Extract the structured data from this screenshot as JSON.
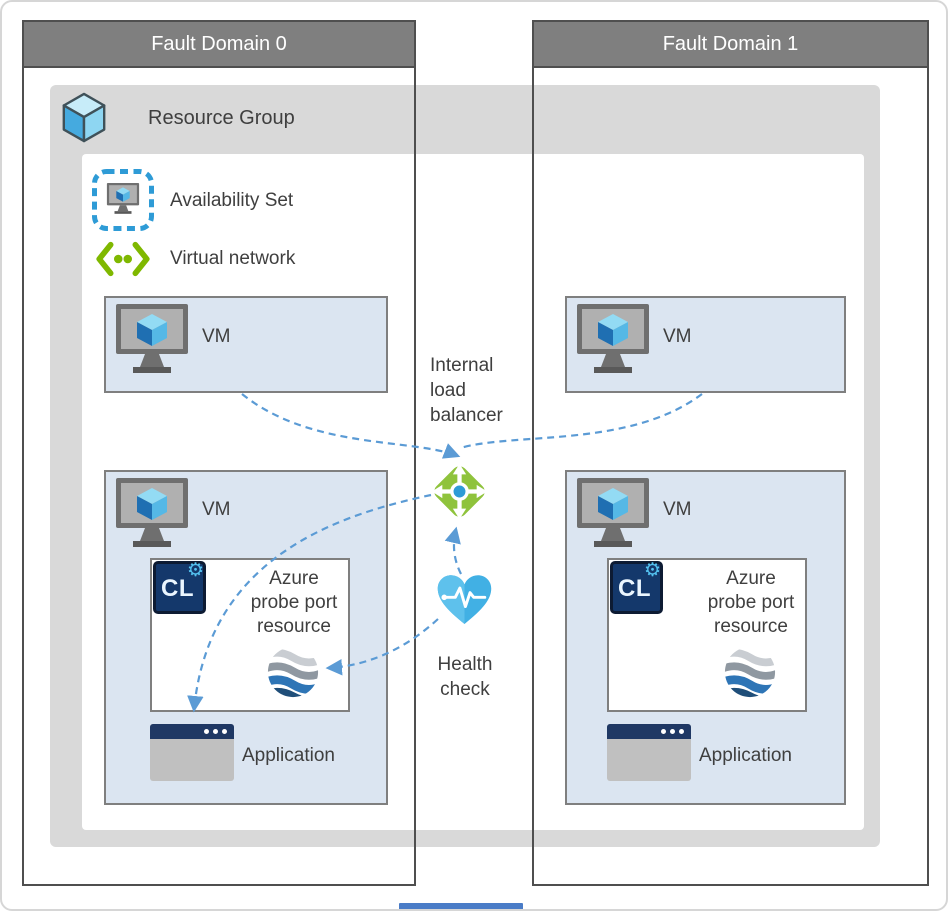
{
  "fault_domains": [
    {
      "label": "Fault Domain 0"
    },
    {
      "label": "Fault Domain 1"
    }
  ],
  "resource_group": {
    "label": "Resource Group"
  },
  "availability_set": {
    "label": "Availability Set"
  },
  "virtual_network": {
    "label": "Virtual network"
  },
  "labels": {
    "vm": "VM",
    "application": "Application"
  },
  "probe_resource": {
    "label": "Azure probe port resource",
    "badge": "CL"
  },
  "load_balancer": {
    "label": "Internal load balancer"
  },
  "health_check": {
    "label": "Health check"
  },
  "icons": {
    "resource_group": "azure-cube-outline",
    "availability_set": "dashed-square-monitor",
    "virtual_network": "chevrons-with-dots",
    "vm": "monitor-with-cube",
    "cluster_badge": "CL-square-with-gear",
    "gear_glyph": "⚙",
    "probe_globe": "wave-sphere",
    "application": "window-with-titlebar-dots",
    "load_balancer": "green-diamond-cross-arrows",
    "health_check": "heart-with-pulse"
  },
  "colors": {
    "fault_domain_header": "#7f7f7f",
    "fault_domain_border": "#4f4f4f",
    "resource_group_fill": "#d9d9d9",
    "availability_set_fill": "#ffffff",
    "vm_box_fill": "#dbe5f1",
    "box_border": "#7f7f7f",
    "arrow_blue": "#5b9bd5",
    "load_balancer_green": "#8fc33c",
    "health_check_blue": "#41b0e4",
    "app_titlebar_navy": "#1f3864",
    "cl_badge_navy": "#14386b"
  }
}
